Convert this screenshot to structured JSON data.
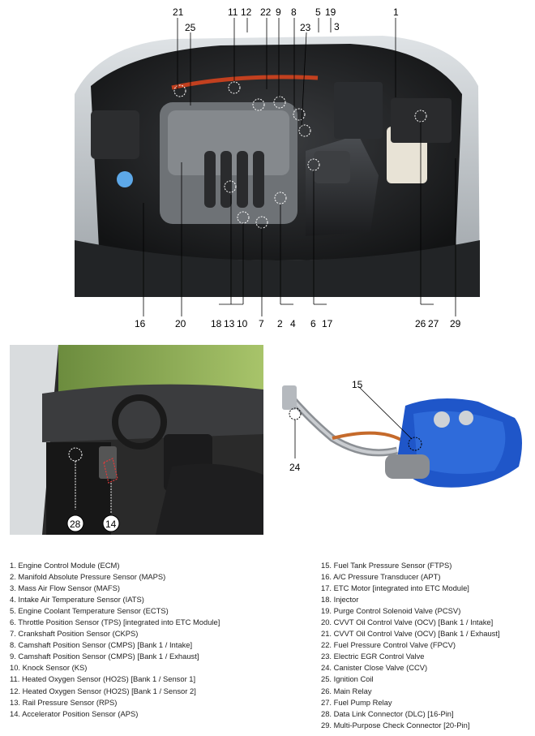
{
  "engine_callouts": {
    "c21": "21",
    "c11": "11",
    "c12": "12",
    "c22": "22",
    "c9": "9",
    "c8": "8",
    "c5": "5",
    "c19": "19",
    "c1": "1",
    "c25": "25",
    "c23": "23",
    "c3": "3",
    "c16": "16",
    "c20": "20",
    "c18": "18",
    "c13": "13",
    "c10": "10",
    "c7": "7",
    "c2": "2",
    "c4": "4",
    "c6": "6",
    "c17": "17",
    "c26": "26",
    "c27": "27",
    "c29": "29"
  },
  "interior_callouts": {
    "c28": "28",
    "c14": "14"
  },
  "tank_callouts": {
    "c15": "15",
    "c24": "24"
  },
  "legend": {
    "left": [
      "1. Engine Control Module (ECM)",
      "2. Manifold Absolute Pressure Sensor (MAPS)",
      "3. Mass Air Flow Sensor (MAFS)",
      "4. Intake Air Temperature Sensor (IATS)",
      "5. Engine Coolant Temperature Sensor (ECTS)",
      "6. Throttle Position Sensor (TPS) [integrated into ETC Module]",
      "7. Crankshaft Position Sensor (CKPS)",
      "8. Camshaft Position Sensor (CMPS) [Bank 1 / Intake]",
      "9. Camshaft Position Sensor (CMPS) [Bank 1 / Exhaust]",
      "10. Knock Sensor (KS)",
      "11. Heated Oxygen Sensor (HO2S) [Bank 1 / Sensor 1]",
      "12. Heated Oxygen Sensor (HO2S) [Bank 1 / Sensor 2]",
      "13. Rail Pressure Sensor (RPS)",
      "14. Accelerator Position Sensor (APS)"
    ],
    "right": [
      "15. Fuel Tank Pressure Sensor (FTPS)",
      "16. A/C Pressure Transducer (APT)",
      "17. ETC Motor [integrated into ETC Module]",
      "18. Injector",
      "19. Purge Control Solenoid Valve (PCSV)",
      "20. CVVT Oil Control Valve (OCV) [Bank 1 / Intake]",
      "21. CVVT Oil Control Valve (OCV) [Bank 1 / Exhaust]",
      "22. Fuel Pressure Control Valve (FPCV)",
      "23. Electric EGR Control Valve",
      "24. Canister Close Valve (CCV)",
      "25. Ignition Coil",
      "26. Main Relay",
      "27. Fuel Pump Relay",
      "28. Data Link Connector (DLC) [16-Pin]",
      "29. Multi-Purpose Check Connector [20-Pin]"
    ]
  }
}
